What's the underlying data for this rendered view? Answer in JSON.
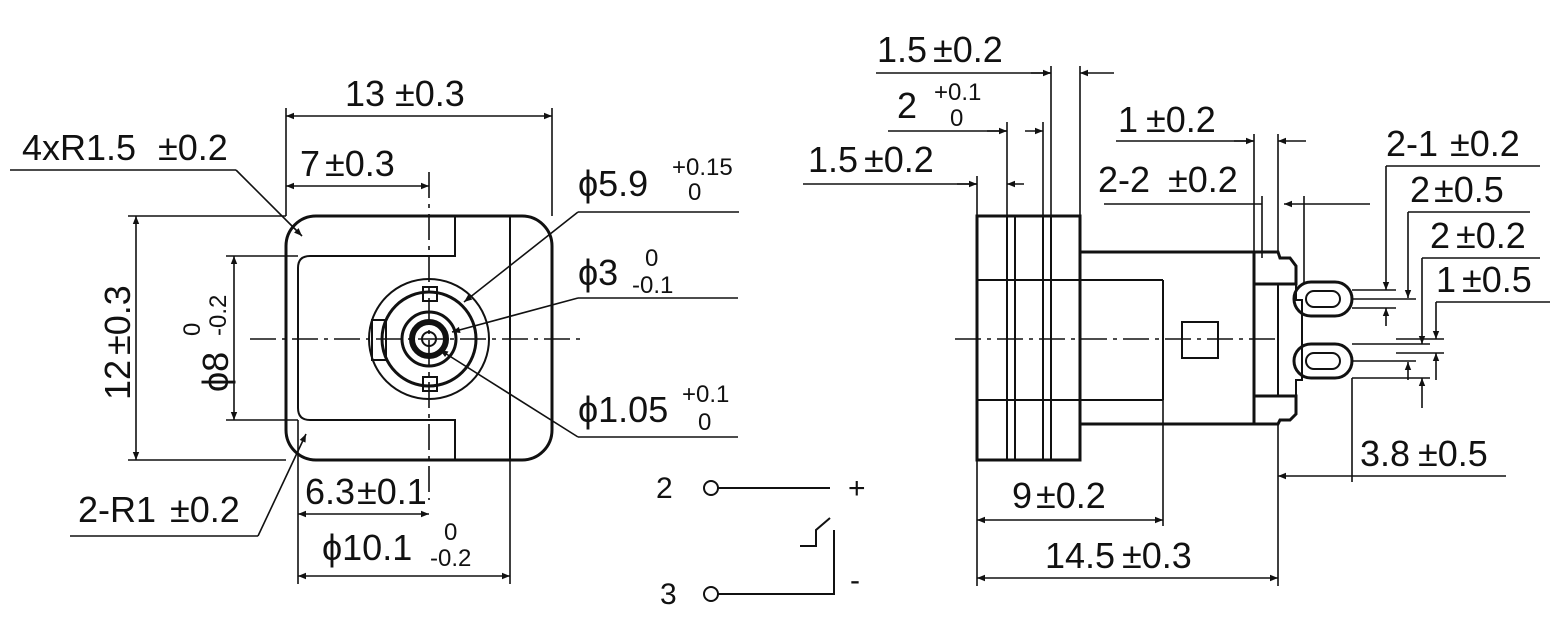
{
  "front_view": {
    "width": "13",
    "width_tol": "±0.3",
    "corner_radii": "4xR1.5",
    "corner_radii_tol": "±0.2",
    "half_width": "7",
    "half_width_tol": "±0.3",
    "height": "12",
    "height_tol": "±0.3",
    "phi8": "ϕ8",
    "phi8_tol_top": "0",
    "phi8_tol_bot": "-0.2",
    "phi5_9": "ϕ5.9",
    "phi5_9_tol_top": "+0.15",
    "phi5_9_tol_bot": "0",
    "phi3": "ϕ3",
    "phi3_tol_top": "0",
    "phi3_tol_bot": "-0.1",
    "phi1_05": "ϕ1.05",
    "phi1_05_tol_top": "+0.1",
    "phi1_05_tol_bot": "0",
    "r1": "2-R1",
    "r1_tol": "±0.2",
    "d6_3": "6.3",
    "d6_3_tol": "±0.1",
    "phi10_1": "ϕ10.1",
    "phi10_1_tol_top": "0",
    "phi10_1_tol_bot": "-0.2"
  },
  "side_view": {
    "d1_5_top": "1.5",
    "d1_5_top_tol": "±0.2",
    "d2": "2",
    "d2_tol_top": "+0.1",
    "d2_tol_bot": "0",
    "d1_5_mid": "1.5",
    "d1_5_mid_tol": "±0.2",
    "d1": "1",
    "d1_tol": "±0.2",
    "d2_2": "2-2",
    "d2_2_tol": "±0.2",
    "d2_1": "2-1",
    "d2_1_tol": "±0.2",
    "d2_a": "2",
    "d2_a_tol": "±0.5",
    "d2_b": "2",
    "d2_b_tol": "±0.2",
    "d1_b": "1",
    "d1_b_tol": "±0.5",
    "d3_8": "3.8",
    "d3_8_tol": "±0.5",
    "d9": "9",
    "d9_tol": "±0.2",
    "d14_5": "14.5",
    "d14_5_tol": "±0.3"
  },
  "schematic": {
    "pin2": "2",
    "pin3": "3",
    "plus": "+",
    "minus": "-"
  }
}
